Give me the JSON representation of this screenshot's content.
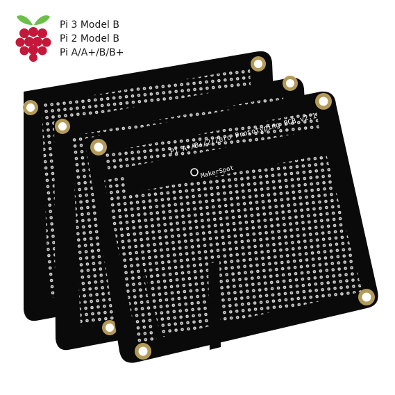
{
  "compatibility": {
    "models": [
      "Pi 3 Model B",
      "Pi 2 Model B",
      "Pi A/A+/B/B+"
    ]
  },
  "board": {
    "silkscreen_title": "Pi A+/B+/2/Zero Prototyping PCB v2.1",
    "brand": "MakerSpot",
    "board_count": 3
  },
  "colors": {
    "pcb_black": "#0a0a0a",
    "pad_silver": "#dcdcdc",
    "mount_gold": "#b39a57",
    "logo_red": "#c4183b",
    "leaf_green": "#6cc04a"
  },
  "icons": {
    "logo": "raspberry-pi-logo"
  }
}
